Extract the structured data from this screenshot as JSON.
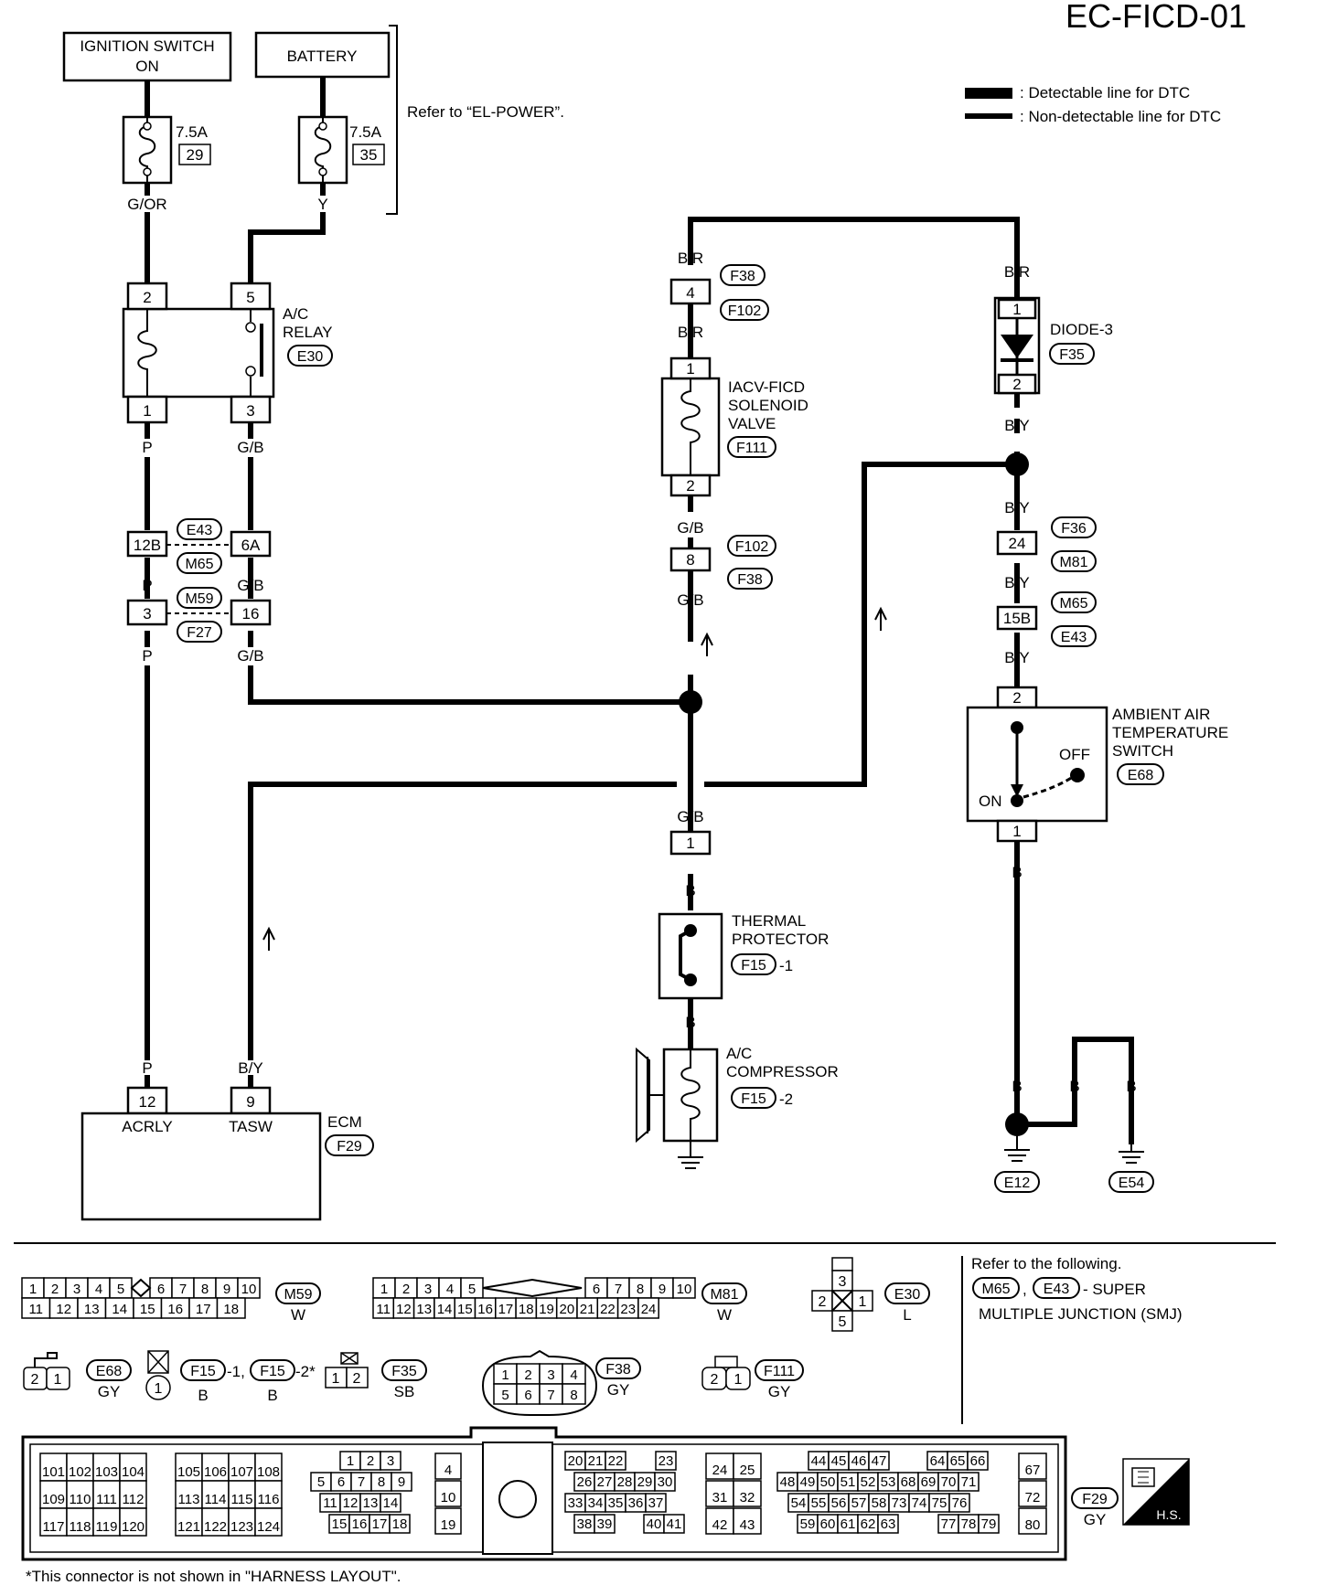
{
  "header": {
    "code": "EC-FICD-01"
  },
  "legend": {
    "detectable": ": Detectable line for DTC",
    "non_detectable": ": Non-detectable line for DTC"
  },
  "power": {
    "ignition_line1": "IGNITION SWITCH",
    "ignition_line2": "ON",
    "battery": "BATTERY",
    "refer": "Refer to “EL-POWER”.",
    "fuse1_amp": "7.5A",
    "fuse1_num": "29",
    "fuse2_amp": "7.5A",
    "fuse2_num": "35"
  },
  "relay": {
    "name1": "A/C",
    "name2": "RELAY",
    "conn": "E30",
    "pin_t1": "2",
    "pin_t2": "5",
    "pin_b1": "1",
    "pin_b2": "3"
  },
  "wires": {
    "g_or": "G/OR",
    "y": "Y",
    "p": "P",
    "g_b": "G/B",
    "b_r": "B/R",
    "b_y": "B/Y",
    "b": "B"
  },
  "joints": {
    "j12b": "12B",
    "j6a": "6A",
    "j3": "3",
    "j16": "16",
    "e43": "E43",
    "m65": "M65",
    "m59": "M59",
    "f27": "F27"
  },
  "iacv": {
    "name1": "IACV-FICD",
    "name2": "SOLENOID",
    "name3": "VALVE",
    "conn": "F111",
    "f38": "F38",
    "f102": "F102",
    "pin4": "4",
    "pin1": "1",
    "pin2": "2",
    "pin8": "8"
  },
  "diode": {
    "name": "DIODE-3",
    "conn": "F35",
    "pin1": "1",
    "pin2": "2",
    "f36": "F36",
    "m81": "M81",
    "pin24": "24",
    "pin15b": "15B"
  },
  "ambient": {
    "name1": "AMBIENT AIR",
    "name2": "TEMPERATURE",
    "name3": "SWITCH",
    "conn": "E68",
    "off": "OFF",
    "on": "ON",
    "pin2": "2",
    "pin1": "1"
  },
  "thermal": {
    "name1": "THERMAL",
    "name2": "PROTECTOR",
    "conn": "F15",
    "suffix": "-1",
    "pin1": "1"
  },
  "compressor": {
    "name1": "A/C",
    "name2": "COMPRESSOR",
    "conn": "F15",
    "suffix": "-2"
  },
  "ecm": {
    "name": "ECM",
    "conn": "F29",
    "pin12": "12",
    "pin9": "9",
    "acrly": "ACRLY",
    "tasw": "TASW"
  },
  "grounds": {
    "e12": "E12",
    "e54": "E54"
  },
  "connectors": {
    "m59_top": [
      "1",
      "2",
      "3",
      "4",
      "5",
      "6",
      "7",
      "8",
      "9",
      "10"
    ],
    "m59_bottom": [
      "11",
      "12",
      "13",
      "14",
      "15",
      "16",
      "17",
      "18"
    ],
    "m59": "M59",
    "m59_color": "W",
    "m81_top_a": [
      "1",
      "2",
      "3",
      "4",
      "5"
    ],
    "m81_top_b": [
      "6",
      "7",
      "8",
      "9",
      "10"
    ],
    "m81_bottom": [
      "11",
      "12",
      "13",
      "14",
      "15",
      "16",
      "17",
      "18",
      "19",
      "20",
      "21",
      "22",
      "23",
      "24"
    ],
    "m81": "M81",
    "m81_color": "W",
    "e30_pins": [
      "3",
      "2",
      "1",
      "5"
    ],
    "e30": "E30",
    "e30_color": "L",
    "refer_text": "Refer to the following.",
    "smj_m65": "M65",
    "smj_e43": "E43",
    "smj_sep": ",",
    "smj_text": "- SUPER",
    "smj_text2": "MULTIPLE JUNCTION (SMJ)",
    "e68_pins": [
      "2",
      "1"
    ],
    "e68": "E68",
    "e68_color": "GY",
    "f15_pin": "1",
    "f15a": "F15",
    "f15a_sfx": "-1,",
    "f15b": "F15",
    "f15b_sfx": "-2*",
    "f15_color1": "B",
    "f15_color2": "B",
    "f35_pins": [
      "1",
      "2"
    ],
    "f35": "F35",
    "f35_color": "SB",
    "f38_top": [
      "1",
      "2",
      "3",
      "4"
    ],
    "f38_bottom": [
      "5",
      "6",
      "7",
      "8"
    ],
    "f38": "F38",
    "f38_color": "GY",
    "f111_pins": [
      "2",
      "1"
    ],
    "f111": "F111",
    "f111_color": "GY",
    "ecm_g1": [
      [
        "101",
        "102",
        "103",
        "104"
      ],
      [
        "109",
        "110",
        "111",
        "112"
      ],
      [
        "117",
        "118",
        "119",
        "120"
      ]
    ],
    "ecm_g2": [
      [
        "105",
        "106",
        "107",
        "108"
      ],
      [
        "113",
        "114",
        "115",
        "116"
      ],
      [
        "121",
        "122",
        "123",
        "124"
      ]
    ],
    "ecm_g3": [
      [
        "1",
        "2",
        "3"
      ],
      [
        "5",
        "6",
        "7",
        "8",
        "9"
      ],
      [
        "11",
        "12",
        "13",
        "14"
      ],
      [
        "15",
        "16",
        "17",
        "18"
      ]
    ],
    "ecm_g4": [
      "4",
      "10",
      "19"
    ],
    "ecm_g5": [
      [
        "20",
        "21",
        "22",
        "23"
      ],
      [
        "26",
        "27",
        "28",
        "29",
        "30"
      ],
      [
        "33",
        "34",
        "35",
        "36",
        "37"
      ],
      [
        "38",
        "39",
        "40",
        "41"
      ]
    ],
    "ecm_g6": [
      [
        "24",
        "25"
      ],
      [
        "31",
        "32"
      ],
      [
        "42",
        "43"
      ]
    ],
    "ecm_g7": [
      [
        "44",
        "45",
        "46",
        "47",
        "64",
        "65",
        "66"
      ],
      [
        "48",
        "49",
        "50",
        "51",
        "52",
        "53",
        "68",
        "69",
        "70",
        "71"
      ],
      [
        "54",
        "55",
        "56",
        "57",
        "58",
        "73",
        "74",
        "75",
        "76"
      ],
      [
        "59",
        "60",
        "61",
        "62",
        "63",
        "77",
        "78",
        "79"
      ]
    ],
    "ecm_g8": [
      "67",
      "72",
      "80"
    ],
    "f29": "F29",
    "f29_color": "GY",
    "hs": "H.S."
  },
  "footnote": "*This connector is not shown in \"HARNESS LAYOUT\"."
}
